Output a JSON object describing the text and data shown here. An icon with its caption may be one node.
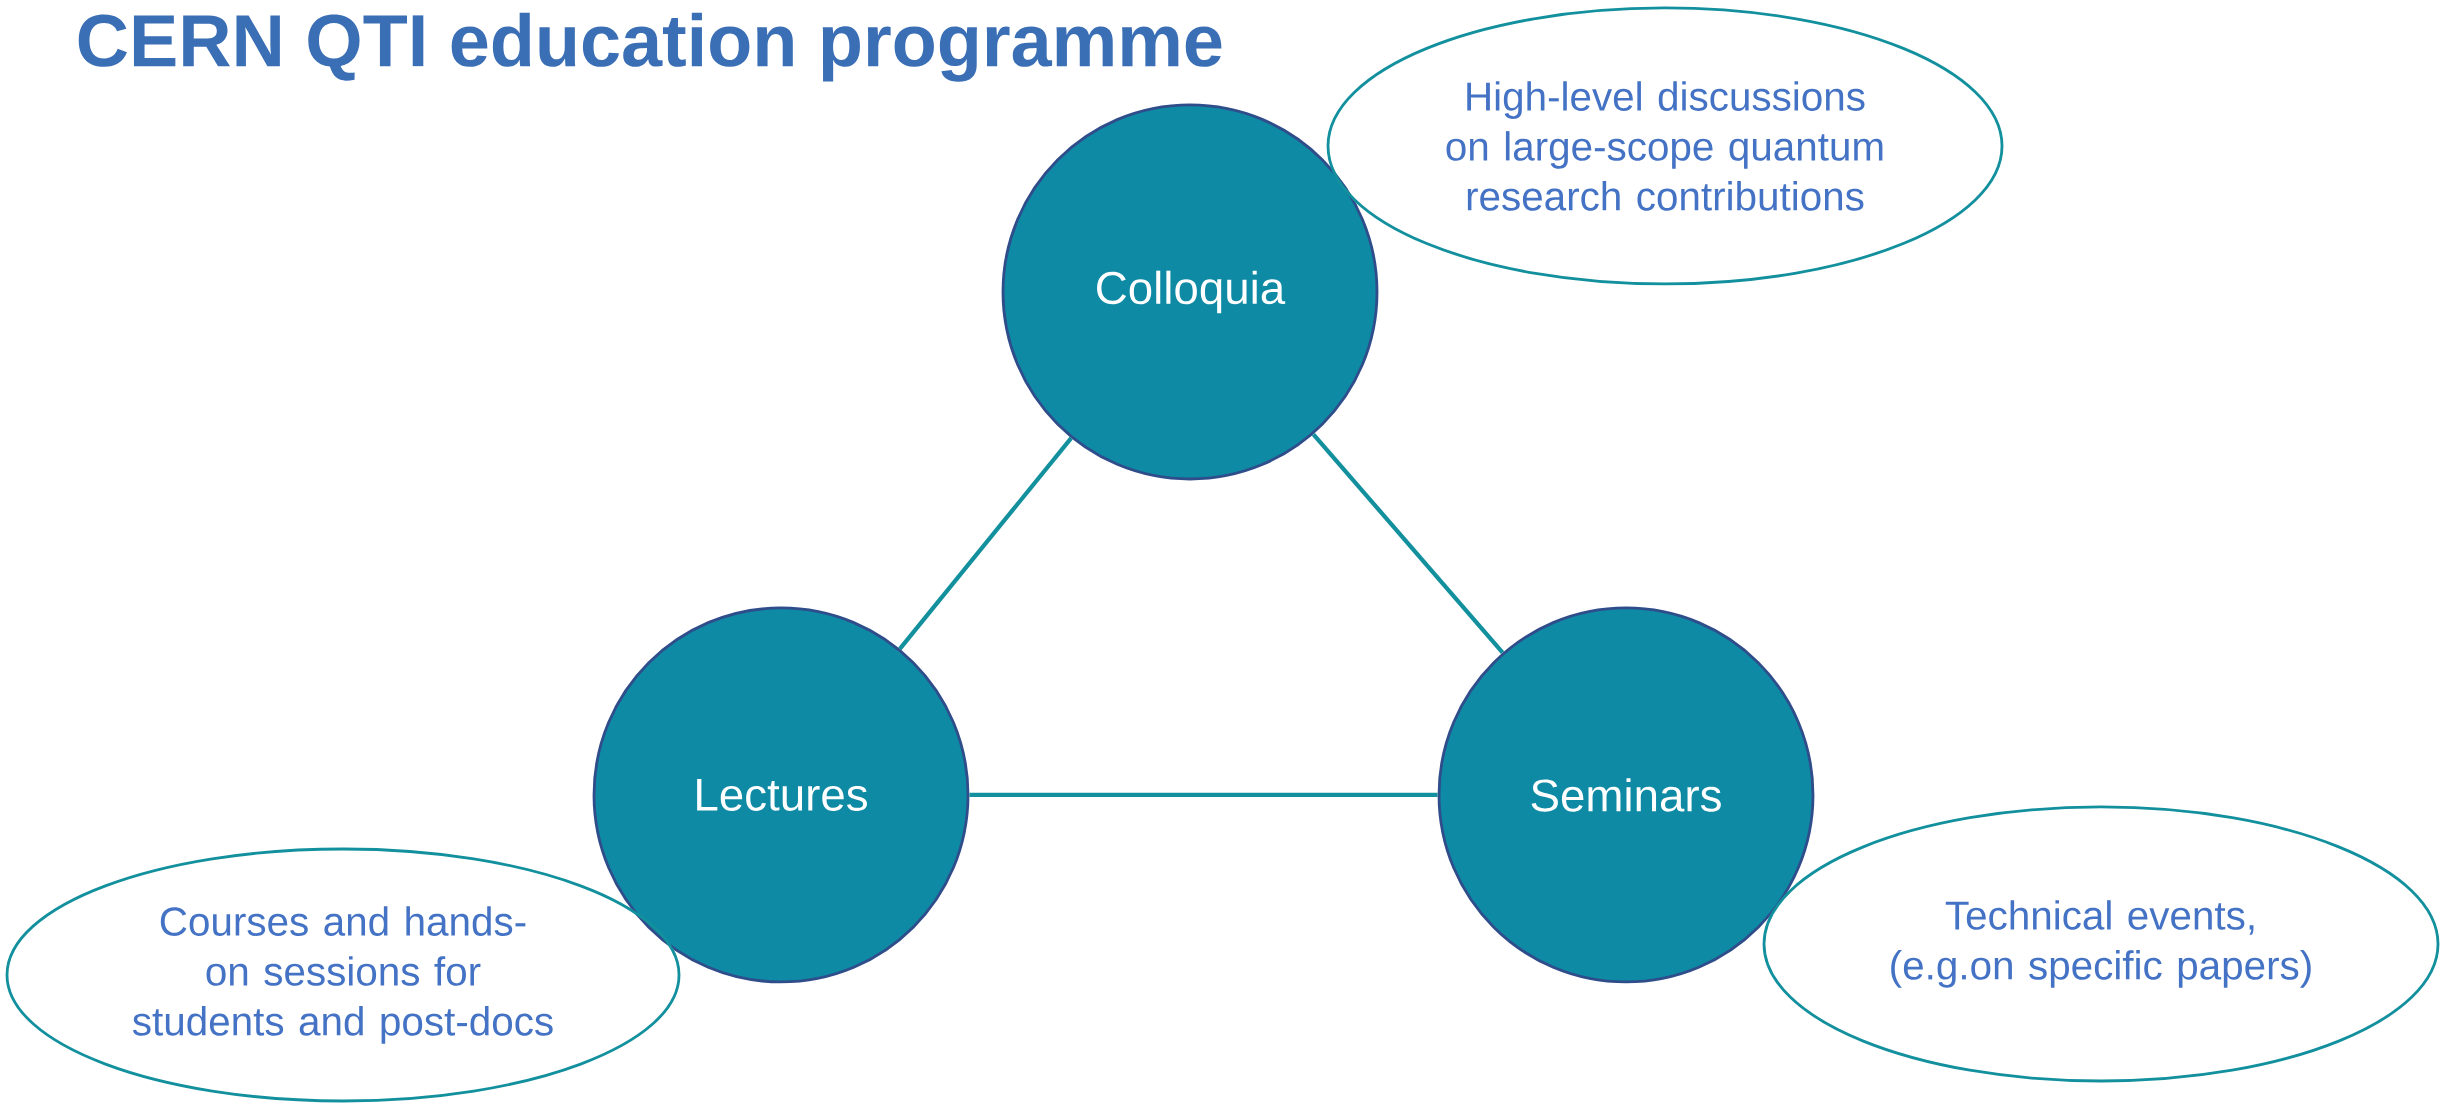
{
  "diagram": {
    "title": "CERN QTI education programme",
    "nodes": [
      {
        "text": [
          "Colloquia"
        ]
      },
      {
        "text": [
          "High-level discussions on large-scope quantum research contributions"
        ]
      },
      {
        "text": [
          "Lectures"
        ]
      },
      {
        "text": [
          "Courses and hands-on sessions for students and post-docs"
        ]
      },
      {
        "text": [
          "Seminars"
        ]
      },
      {
        "text": [
          "Technical events, (e.g.on specific papers)"
        ]
      }
    ],
    "edges": [
      {
        "from": 0,
        "to": 2,
        "arrow": "none"
      },
      {
        "from": 0,
        "to": 4,
        "arrow": "none"
      },
      {
        "from": 2,
        "to": 4,
        "arrow": "none"
      }
    ]
  }
}
